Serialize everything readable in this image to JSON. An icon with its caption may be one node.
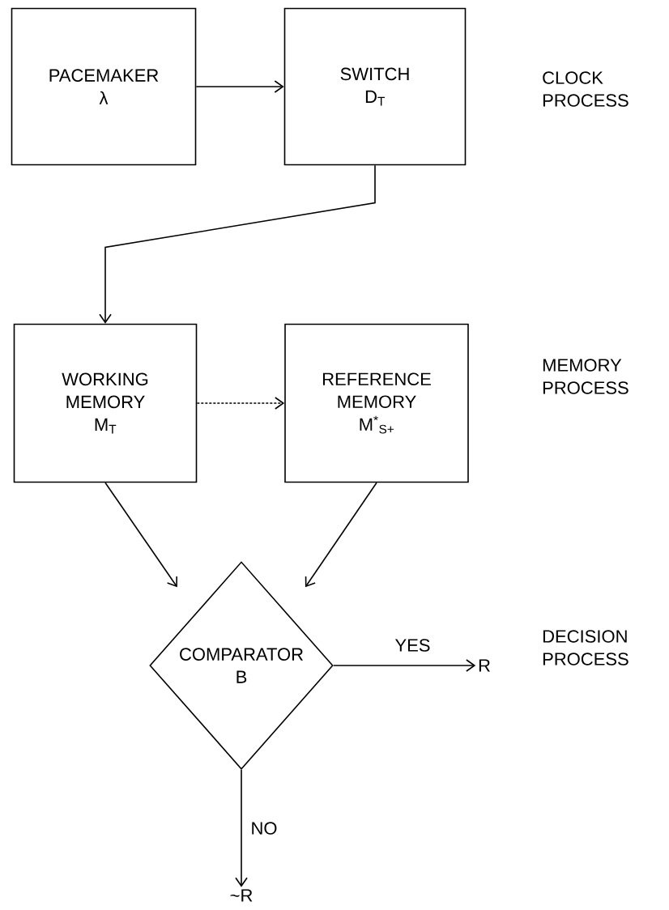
{
  "diagram": {
    "nodes": [
      {
        "text": [
          "PACEMAKER",
          "λ"
        ]
      },
      {
        "text": [
          "SWITCH",
          "D$_{T}$"
        ]
      },
      {
        "text": [
          "WORKING MEMORY",
          "M$_{T}$"
        ]
      },
      {
        "text": [
          "REFERENCE MEMORY",
          "M$^{*}$$_{S+}$"
        ]
      },
      {
        "text": [
          "COMPARATOR",
          "B"
        ]
      },
      {
        "text": [
          "R"
        ]
      },
      {
        "text": [
          "~R"
        ]
      }
    ],
    "edges": [
      {
        "from": 0,
        "to": 1,
        "arrow": "to"
      },
      {
        "from": 1,
        "to": 2,
        "arrow": "to"
      },
      {
        "from": 2,
        "to": 3,
        "arrow": "to",
        "style": "dashed"
      },
      {
        "from": 2,
        "to": 4,
        "arrow": "to"
      },
      {
        "from": 3,
        "to": 4,
        "arrow": "to"
      },
      {
        "from": 4,
        "to": 5,
        "arrow": "to",
        "label": "YES"
      },
      {
        "from": 4,
        "to": 6,
        "arrow": "to",
        "label": "NO"
      }
    ],
    "labels": [
      "CLOCK PROCESS",
      "MEMORY PROCESS",
      "DECISION PROCESS"
    ]
  }
}
